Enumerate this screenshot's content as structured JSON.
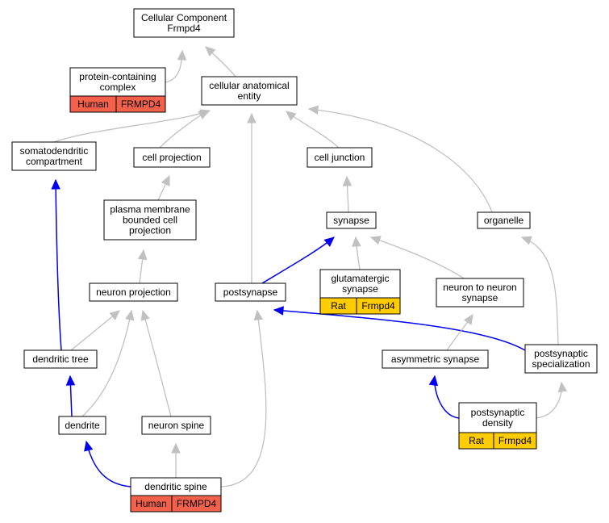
{
  "colors": {
    "gray_edge": "#c0c0c0",
    "blue_edge": "#0000ee",
    "human_fill": "#f4614b",
    "rat_fill": "#ffcc00",
    "node_fill": "#ffffff",
    "node_stroke": "#000000"
  },
  "nodes": {
    "cc_root": {
      "lines": [
        "Cellular Component",
        "Frmpd4"
      ]
    },
    "protein_complex": {
      "lines": [
        "protein-containing",
        "complex"
      ],
      "annotation": {
        "species": "Human",
        "gene": "FRMPD4"
      }
    },
    "cellular_anatomical_entity": {
      "lines": [
        "cellular anatomical",
        "entity"
      ]
    },
    "somatodendritic_compartment": {
      "lines": [
        "somatodendritic",
        "compartment"
      ]
    },
    "cell_projection": {
      "lines": [
        "cell projection"
      ]
    },
    "cell_junction": {
      "lines": [
        "cell junction"
      ]
    },
    "plasma_membrane_bounded": {
      "lines": [
        "plasma membrane",
        "bounded cell",
        "projection"
      ]
    },
    "synapse": {
      "lines": [
        "synapse"
      ]
    },
    "organelle": {
      "lines": [
        "organelle"
      ]
    },
    "glutamatergic_synapse": {
      "lines": [
        "glutamatergic",
        "synapse"
      ],
      "annotation": {
        "species": "Rat",
        "gene": "Frmpd4"
      }
    },
    "neuron_to_neuron_synapse": {
      "lines": [
        "neuron to neuron",
        "synapse"
      ]
    },
    "neuron_projection": {
      "lines": [
        "neuron projection"
      ]
    },
    "postsynapse": {
      "lines": [
        "postsynapse"
      ]
    },
    "dendritic_tree": {
      "lines": [
        "dendritic tree"
      ]
    },
    "asymmetric_synapse": {
      "lines": [
        "asymmetric synapse"
      ]
    },
    "postsynaptic_specialization": {
      "lines": [
        "postsynaptic",
        "specialization"
      ]
    },
    "dendrite": {
      "lines": [
        "dendrite"
      ]
    },
    "neuron_spine": {
      "lines": [
        "neuron spine"
      ]
    },
    "postsynaptic_density": {
      "lines": [
        "postsynaptic",
        "density"
      ],
      "annotation": {
        "species": "Rat",
        "gene": "Frmpd4"
      }
    },
    "dendritic_spine": {
      "lines": [
        "dendritic spine"
      ],
      "annotation": {
        "species": "Human",
        "gene": "FRMPD4"
      }
    }
  },
  "edges": [
    {
      "from": "protein_complex",
      "to": "cc_root",
      "kind": "is_a"
    },
    {
      "from": "cellular_anatomical_entity",
      "to": "cc_root",
      "kind": "is_a"
    },
    {
      "from": "somatodendritic_compartment",
      "to": "cellular_anatomical_entity",
      "kind": "is_a"
    },
    {
      "from": "cell_projection",
      "to": "cellular_anatomical_entity",
      "kind": "is_a"
    },
    {
      "from": "postsynapse",
      "to": "cellular_anatomical_entity",
      "kind": "is_a"
    },
    {
      "from": "cell_junction",
      "to": "cellular_anatomical_entity",
      "kind": "is_a"
    },
    {
      "from": "organelle",
      "to": "cellular_anatomical_entity",
      "kind": "is_a"
    },
    {
      "from": "plasma_membrane_bounded",
      "to": "cell_projection",
      "kind": "is_a"
    },
    {
      "from": "synapse",
      "to": "cell_junction",
      "kind": "is_a"
    },
    {
      "from": "neuron_projection",
      "to": "plasma_membrane_bounded",
      "kind": "is_a"
    },
    {
      "from": "postsynapse",
      "to": "synapse",
      "kind": "part_of"
    },
    {
      "from": "glutamatergic_synapse",
      "to": "synapse",
      "kind": "is_a"
    },
    {
      "from": "neuron_to_neuron_synapse",
      "to": "synapse",
      "kind": "is_a"
    },
    {
      "from": "dendritic_tree",
      "to": "neuron_projection",
      "kind": "is_a"
    },
    {
      "from": "dendrite",
      "to": "neuron_projection",
      "kind": "is_a"
    },
    {
      "from": "neuron_spine",
      "to": "neuron_projection",
      "kind": "is_a"
    },
    {
      "from": "dendritic_tree",
      "to": "somatodendritic_compartment",
      "kind": "part_of"
    },
    {
      "from": "dendrite",
      "to": "dendritic_tree",
      "kind": "part_of"
    },
    {
      "from": "dendritic_spine",
      "to": "dendrite",
      "kind": "part_of"
    },
    {
      "from": "dendritic_spine",
      "to": "neuron_spine",
      "kind": "is_a"
    },
    {
      "from": "dendritic_spine",
      "to": "postsynapse",
      "kind": "is_a"
    },
    {
      "from": "postsynaptic_specialization",
      "to": "postsynapse",
      "kind": "part_of"
    },
    {
      "from": "postsynaptic_specialization",
      "to": "organelle",
      "kind": "is_a"
    },
    {
      "from": "asymmetric_synapse",
      "to": "neuron_to_neuron_synapse",
      "kind": "is_a"
    },
    {
      "from": "postsynaptic_density",
      "to": "asymmetric_synapse",
      "kind": "part_of"
    },
    {
      "from": "postsynaptic_density",
      "to": "postsynaptic_specialization",
      "kind": "is_a"
    }
  ]
}
